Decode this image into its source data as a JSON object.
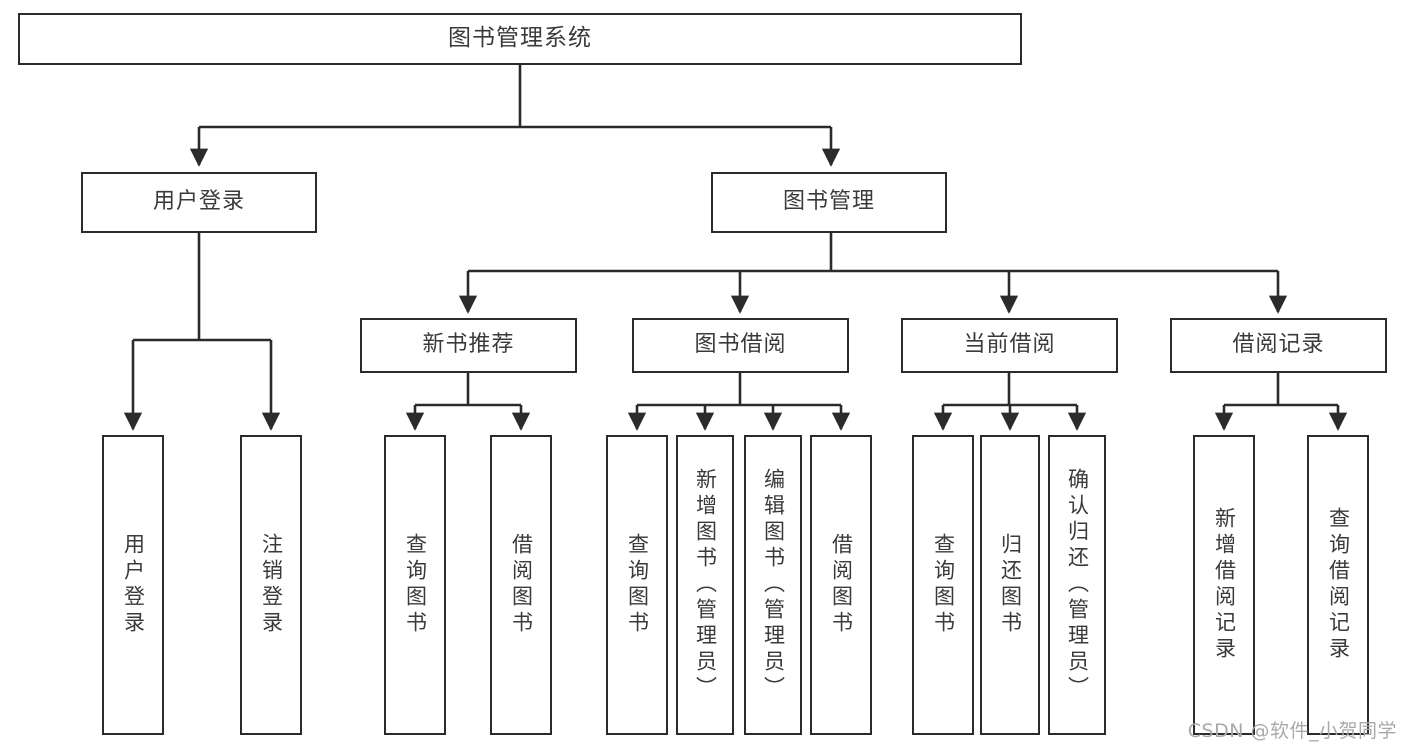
{
  "diagram": {
    "type": "tree-hierarchy",
    "title": "图书管理系统",
    "watermark": "CSDN @软件_小贺同学",
    "colors": {
      "box_border": "#2b2b2b",
      "box_fill": "#ffffff",
      "text": "#3a3a3a",
      "edge": "#2b2b2b",
      "watermark": "#a9a9a9",
      "background": "#ffffff"
    },
    "root": {
      "label": "图书管理系统"
    },
    "level1": [
      {
        "label": "用户登录"
      },
      {
        "label": "图书管理"
      }
    ],
    "level2": [
      {
        "label": "新书推荐"
      },
      {
        "label": "图书借阅"
      },
      {
        "label": "当前借阅"
      },
      {
        "label": "借阅记录"
      }
    ],
    "leaves": {
      "user_login": [
        {
          "label": "用户登录"
        },
        {
          "label": "注销登录"
        }
      ],
      "new_book_recommend": [
        {
          "label": "查询图书"
        },
        {
          "label": "借阅图书"
        }
      ],
      "book_borrow": [
        {
          "label": "查询图书"
        },
        {
          "label": "新增图书（管理员）"
        },
        {
          "label": "编辑图书（管理员）"
        },
        {
          "label": "借阅图书"
        }
      ],
      "current_borrow": [
        {
          "label": "查询图书"
        },
        {
          "label": "归还图书"
        },
        {
          "label": "确认归还（管理员）"
        }
      ],
      "borrow_record": [
        {
          "label": "新增借阅记录"
        },
        {
          "label": "查询借阅记录"
        }
      ]
    }
  }
}
